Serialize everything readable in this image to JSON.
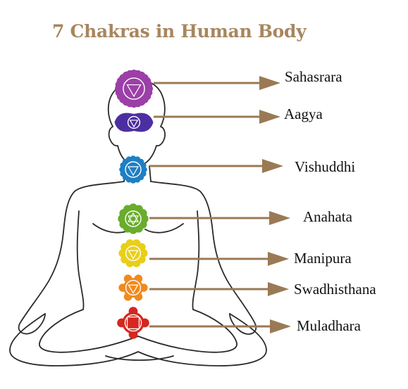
{
  "title": "7 Chakras in Human Body",
  "chakras": [
    {
      "label": "Sahasrara",
      "color": "#9c3fa8"
    },
    {
      "label": "Aagya",
      "color": "#4b2fa0"
    },
    {
      "label": "Vishuddhi",
      "color": "#1e7fc4"
    },
    {
      "label": "Anahata",
      "color": "#6aac2c"
    },
    {
      "label": "Manipura",
      "color": "#e8cf1a"
    },
    {
      "label": "Swadhisthana",
      "color": "#f08a1c"
    },
    {
      "label": "Muladhara",
      "color": "#d4271f"
    }
  ],
  "arrow_color": "#9a7a55",
  "figure_outline_color": "#2a2a2a"
}
